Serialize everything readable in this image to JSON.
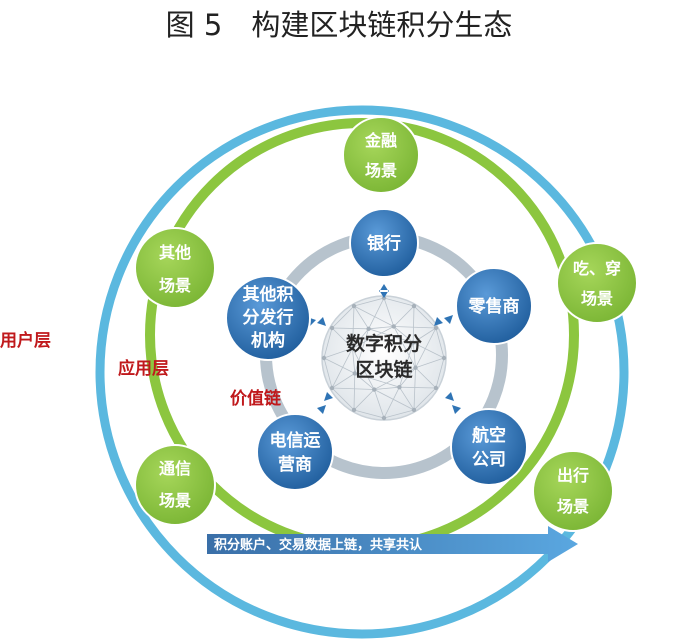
{
  "title": "图 5　构建区块链积分生态",
  "layers": {
    "user": "用户层",
    "application": "应用层",
    "value_chain": "价值链"
  },
  "center": {
    "line1": "数字积分",
    "line2": "区块链"
  },
  "institutions": [
    {
      "line1": "银行",
      "line2": ""
    },
    {
      "line1": "零售商",
      "line2": ""
    },
    {
      "line1": "航空",
      "line2": "公司"
    },
    {
      "line1": "电信运",
      "line2": "营商"
    },
    {
      "line1": "其他积",
      "line2": "分发行",
      "line3": "机构"
    }
  ],
  "scenes": [
    {
      "line1": "金融",
      "line2": "场景"
    },
    {
      "line1": "吃、穿",
      "line2": "场景"
    },
    {
      "line1": "出行",
      "line2": "场景"
    },
    {
      "line1": "通信",
      "line2": "场景"
    },
    {
      "line1": "其他",
      "line2": "场景"
    }
  ],
  "bottom_arrow": "积分账户、交易数据上链，共享共认",
  "colors": {
    "outer_ring": "#5bb8df",
    "green_ring": "#8cc63f",
    "inner_ring": "#b7c3cd",
    "node_blue": "#2f74b5",
    "red_label": "#c0191c"
  }
}
